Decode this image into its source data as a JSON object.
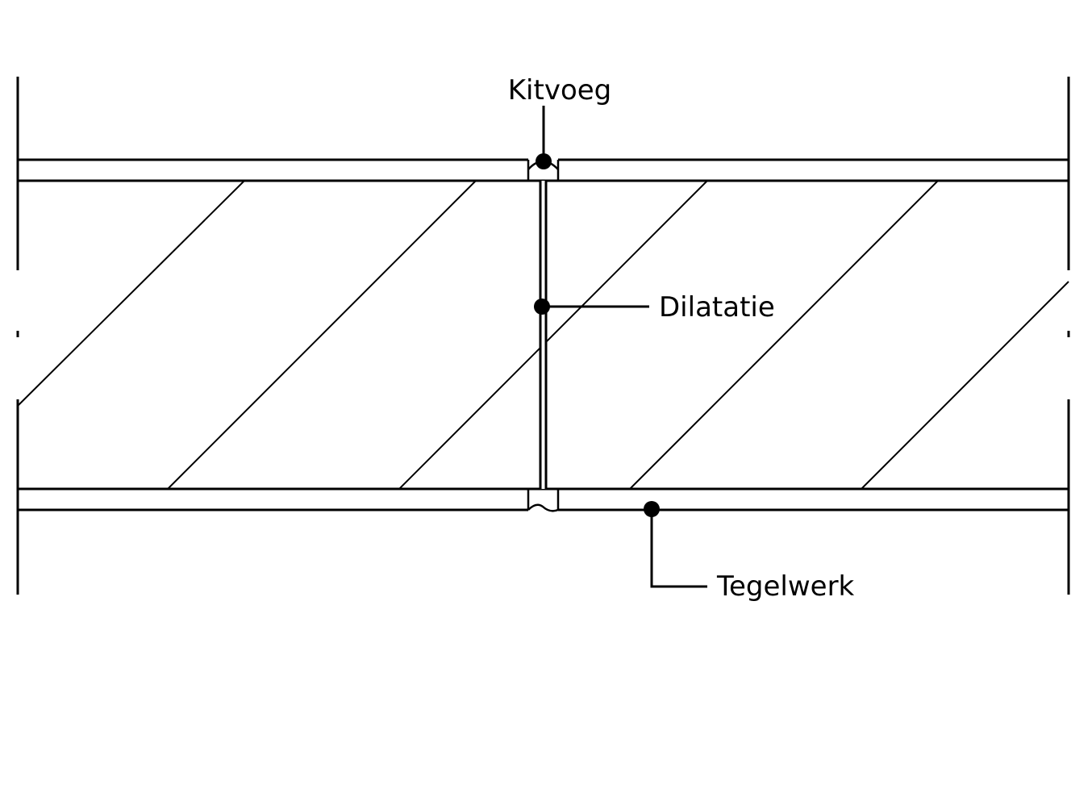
{
  "labels": {
    "kitvoeg": "Kitvoeg",
    "dilatatie": "Dilatatie",
    "tegelwerk": "Tegelwerk"
  },
  "colors": {
    "line": "#000000",
    "background": "#ffffff"
  }
}
